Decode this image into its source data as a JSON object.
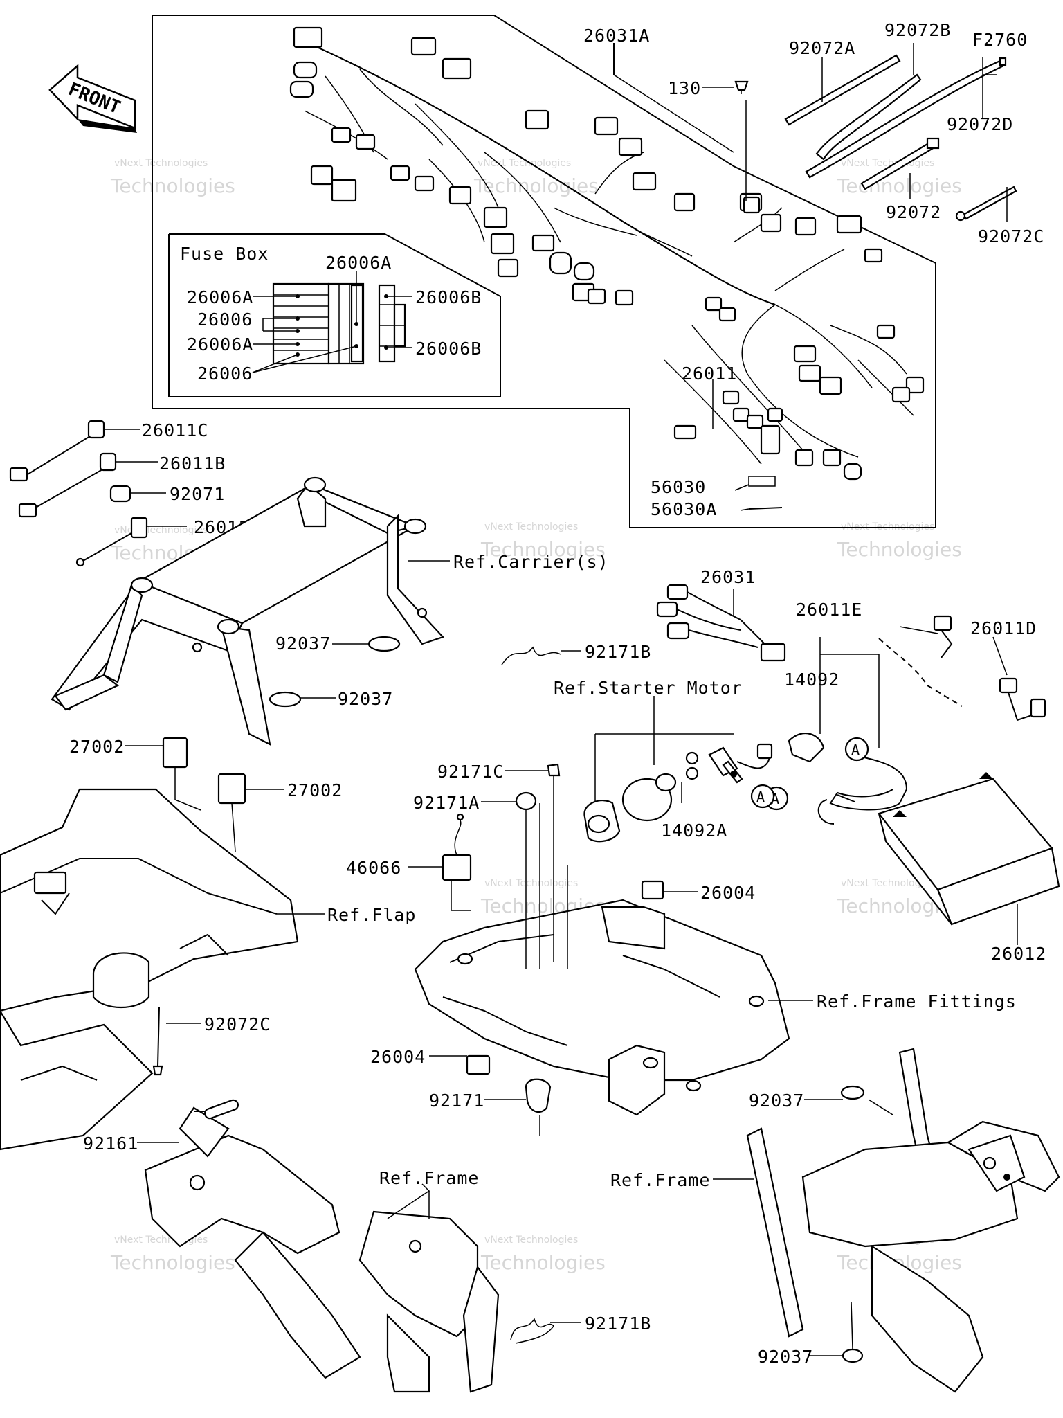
{
  "front_arrow_text": "FRONT",
  "fuse_box_title": "Fuse Box",
  "watermark": {
    "line1": "vNext Technologies",
    "line2": "Technologies"
  },
  "callouts": {
    "c26031A": "26031A",
    "c92072A": "92072A",
    "c92072B": "92072B",
    "cF2760": "F2760",
    "c130": "130",
    "c92072D": "92072D",
    "c92072": "92072",
    "c92072C_top": "92072C",
    "c26006A_top": "26006A",
    "c26006A_1": "26006A",
    "c26006B_1": "26006B",
    "c26006_1": "26006",
    "c26006A_2": "26006A",
    "c26006B_2": "26006B",
    "c26006_2": "26006",
    "c26011": "26011",
    "c56030": "56030",
    "c56030A": "56030A",
    "c26011C": "26011C",
    "c26011B": "26011B",
    "c92071": "92071",
    "c26011A": "26011A",
    "refCarriers": "Ref.Carrier(s)",
    "c92037_a": "92037",
    "c92037_b": "92037",
    "c26031": "26031",
    "c26011E": "26011E",
    "c26011D": "26011D",
    "c92171B_top": "92171B",
    "refStarterMotor": "Ref.Starter Motor",
    "c14092": "14092",
    "markerA1": "A",
    "markerA2": "A",
    "c27002_a": "27002",
    "c27002_b": "27002",
    "c92171C": "92171C",
    "c92171A": "92171A",
    "c14092A": "14092A",
    "c46066": "46066",
    "c26004_a": "26004",
    "refFlap": "Ref.Flap",
    "c26012": "26012",
    "refFrameFittings": "Ref.Frame Fittings",
    "c92072C_bottom": "92072C",
    "c26004_b": "26004",
    "c92171": "92171",
    "c92037_c": "92037",
    "c92161": "92161",
    "refFrame_a": "Ref.Frame",
    "refFrame_b": "Ref.Frame",
    "c92171B_bottom": "92171B",
    "c92037_d": "92037"
  }
}
